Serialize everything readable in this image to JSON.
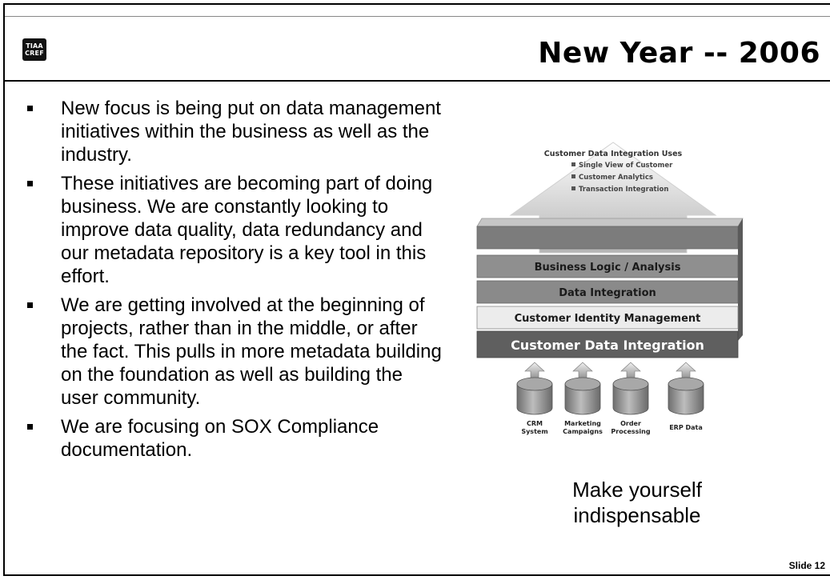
{
  "header": {
    "logo_line1": "TIAA",
    "logo_line2": "CREF",
    "title": "New Year -- 2006"
  },
  "bullets": [
    "New focus is being put on data management initiatives within the business as well as the industry.",
    "These initiatives are becoming part of doing business.  We are constantly looking to improve data quality, data redundancy and our metadata repository is a key tool in this effort.",
    "We are getting involved at the beginning of projects, rather than in the middle, or after the fact.  This pulls in more metadata building on the foundation as well as building the user community.",
    "We are focusing on SOX Compliance documentation."
  ],
  "diagram": {
    "uses_title": "Customer Data Integration Uses",
    "uses_items": [
      "Single View of Customer",
      "Customer Analytics",
      "Transaction Integration"
    ],
    "layers": [
      "Business Logic / Analysis",
      "Data Integration",
      "Customer Identity Management",
      "Customer Data Integration"
    ],
    "sources": [
      {
        "line1": "CRM",
        "line2": "System"
      },
      {
        "line1": "Marketing",
        "line2": "Campaigns"
      },
      {
        "line1": "Order",
        "line2": "Processing"
      },
      {
        "line1": "ERP Data",
        "line2": ""
      }
    ]
  },
  "tagline": "Make yourself indispensable",
  "footer": {
    "slide_number": "Slide 12"
  }
}
